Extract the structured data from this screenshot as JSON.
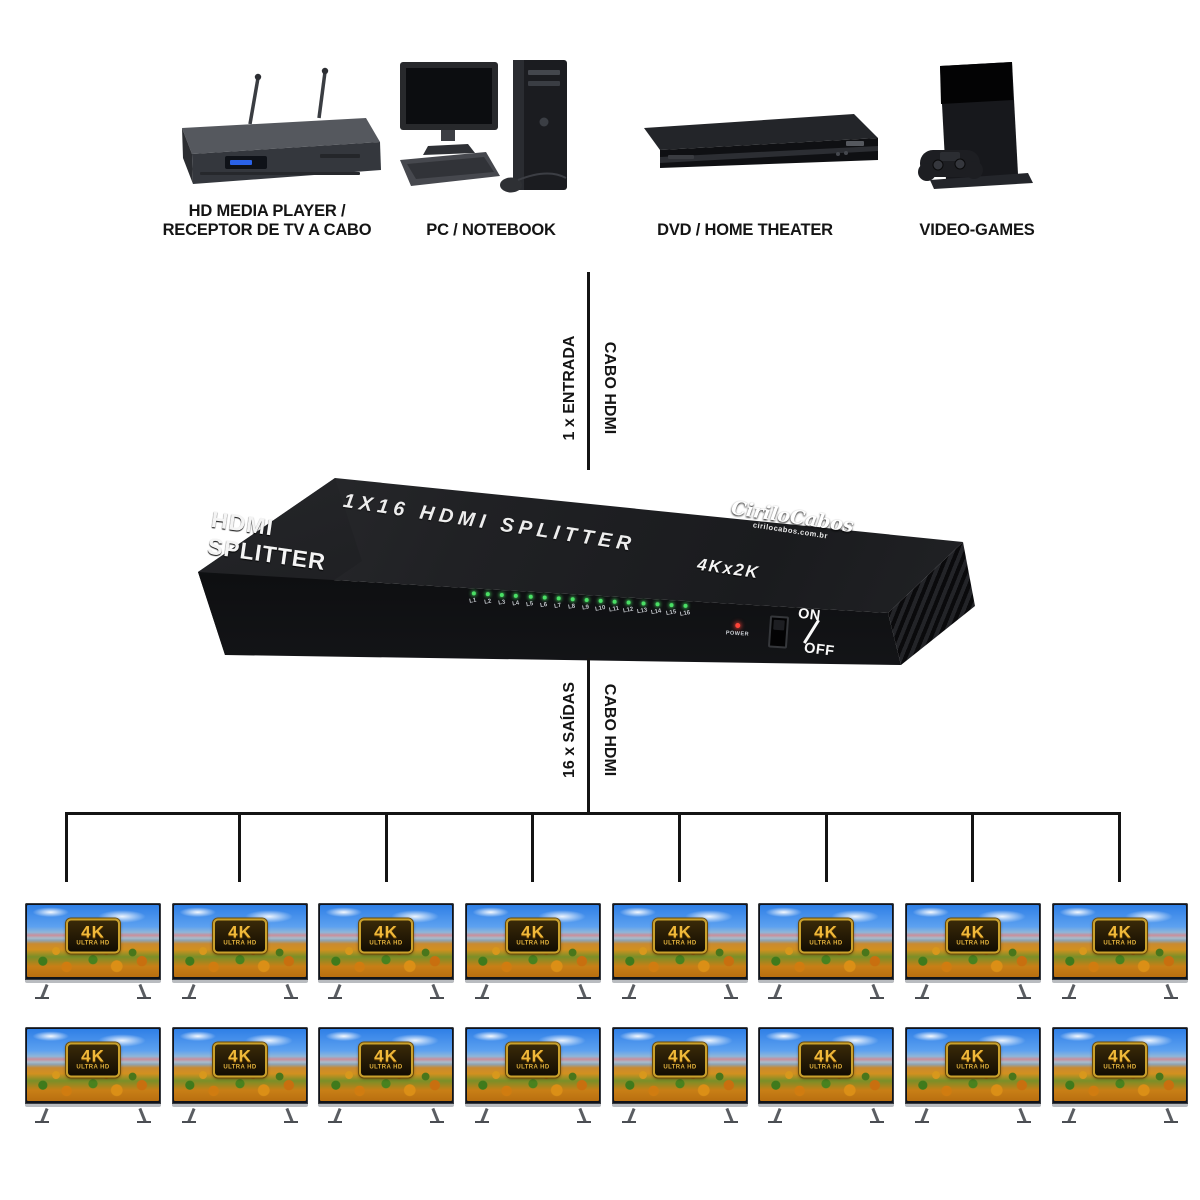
{
  "diagram": {
    "sources": [
      {
        "name": "hd-media-player",
        "label": "HD MEDIA PLAYER /\nRECEPTOR DE TV A CABO"
      },
      {
        "name": "pc-notebook",
        "label": "PC / NOTEBOOK"
      },
      {
        "name": "dvd-home-theater",
        "label": "DVD / HOME THEATER"
      },
      {
        "name": "video-games",
        "label": "VIDEO-GAMES"
      }
    ],
    "input": {
      "count_label": "1 x ENTRADA",
      "cable_label": "CABO HDMI"
    },
    "output": {
      "count_label": "16 x SAÍDAS",
      "cable_label": "CABO HDMI"
    },
    "splitter": {
      "top_label": "1X16 HDMI SPLITTER",
      "side_label": "HDMI\nSPLITTER",
      "brand": "CiriloCabos",
      "brand_site": "cirilocabos.com.br",
      "resolution_label": "4Kx2K",
      "led_labels": [
        "L1",
        "L2",
        "L3",
        "L4",
        "L5",
        "L6",
        "L7",
        "L8",
        "L9",
        "L10",
        "L11",
        "L12",
        "L13",
        "L14",
        "L15",
        "L16"
      ],
      "power_label": "POWER",
      "switch_on_label": "ON",
      "switch_off_label": "OFF"
    },
    "tv": {
      "badge_title": "4K",
      "badge_subtitle": "ULTRA HD",
      "count": 16
    },
    "colors": {
      "line": "#141414",
      "led_green": "#4ae065",
      "power_red": "#ff4438",
      "badge_gold": "#caa12c"
    }
  }
}
